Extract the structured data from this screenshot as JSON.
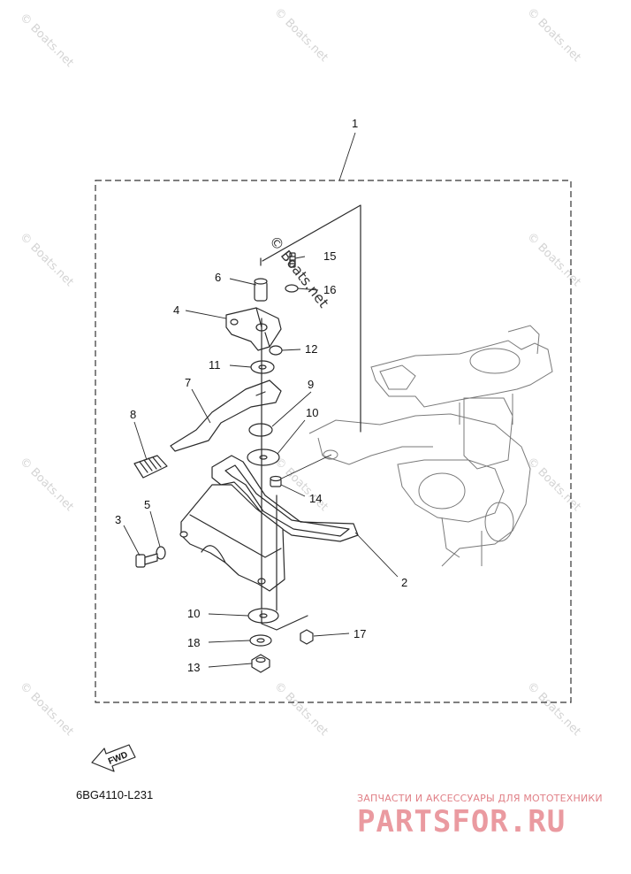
{
  "watermark": {
    "text": "© Boats.net"
  },
  "diagram_code": "6BG4110-L231",
  "fwd_label": "FWD",
  "stamp": {
    "top_line": "ЗАПЧАСТИ И АКСЕССУАРЫ ДЛЯ МОТОТЕХНИКИ",
    "logo": "PARTSFOR.RU"
  },
  "callouts": {
    "c1": "1",
    "c2": "2",
    "c3": "3",
    "c4": "4",
    "c5": "5",
    "c6": "6",
    "c7": "7",
    "c8": "8",
    "c9": "9",
    "c10a": "10",
    "c10b": "10",
    "c11": "11",
    "c12": "12",
    "c13": "13",
    "c14": "14",
    "c15": "15",
    "c16": "16",
    "c17": "17",
    "c18": "18"
  }
}
